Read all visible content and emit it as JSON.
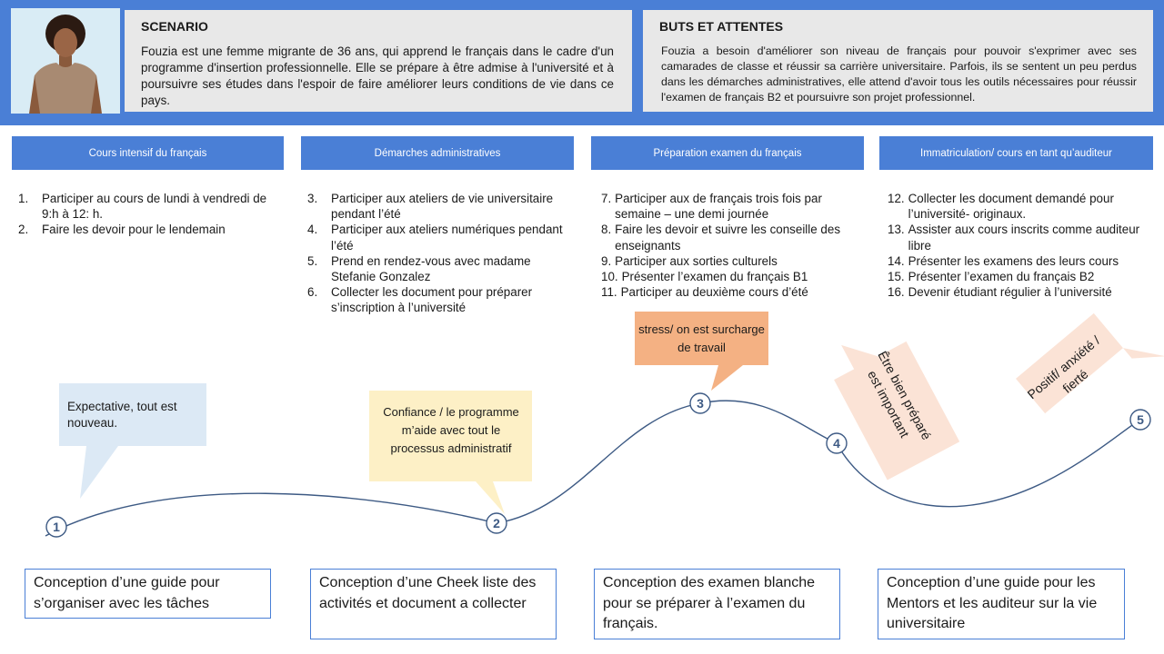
{
  "scenario": {
    "title": "SCENARIO",
    "text": "Fouzia est une femme migrante de 36 ans, qui apprend le français dans le cadre d'un programme d'insertion professionnelle. Elle se prépare à être admise à l'université et à poursuivre ses études dans l'espoir de faire améliorer leurs conditions de vie dans ce pays."
  },
  "goals": {
    "title": "BUTS ET ATTENTES",
    "text": "Fouzia a besoin d'améliorer son niveau de français pour pouvoir s'exprimer avec ses camarades de classe et réussir sa carrière universitaire. Parfois, ils se sentent un peu perdus dans les démarches administratives, elle attend d'avoir tous les outils nécessaires pour réussir l'examen de français B2 et poursuivre son projet professionnel."
  },
  "phases": [
    {
      "title": "Cours intensif du français",
      "steps": [
        {
          "num": "1.",
          "text": "Participer au cours de lundi à vendredi de 9:h à 12: h."
        },
        {
          "num": "2.",
          "text": "Faire les devoir pour  le lendemain"
        }
      ]
    },
    {
      "title": "Démarches administratives",
      "steps": [
        {
          "num": "3.",
          "text": "Participer aux ateliers de vie universitaire pendant l’été"
        },
        {
          "num": "4.",
          "text": "Participer aux ateliers numériques pendant l’été"
        },
        {
          "num": "5.",
          "text": "Prend en rendez-vous avec madame Stefanie Gonzalez"
        },
        {
          "num": "6.",
          "text": "Collecter les document  pour  préparer s’inscription à l’université"
        }
      ]
    },
    {
      "title": "Préparation examen du français",
      "steps": [
        {
          "num": "7.",
          "text": "Participer aux de français trois fois par semaine – une demi journée"
        },
        {
          "num": "8.",
          "text": "Faire les devoir et suivre les conseille des enseignants"
        },
        {
          "num": "9.",
          "text": "Participer aux sorties culturels"
        },
        {
          "num": "10.",
          "text": "Présenter l’examen du français B1"
        },
        {
          "num": "11.",
          "text": "Participer au deuxième cours d’été"
        }
      ]
    },
    {
      "title": "Immatriculation/ cours en tant qu’auditeur",
      "steps": [
        {
          "num": "12.",
          "text": "Collecter les document  demandé pour l’université- originaux."
        },
        {
          "num": "13.",
          "text": "Assister aux cours inscrits comme auditeur libre"
        },
        {
          "num": "14.",
          "text": "Présenter les examens des leurs cours"
        },
        {
          "num": "15.",
          "text": "Présenter l’examen du français B2"
        },
        {
          "num": "16.",
          "text": "Devenir étudiant régulier à l’université"
        }
      ]
    }
  ],
  "emotions": [
    {
      "node": "1",
      "text": "Expectative, tout est nouveau.",
      "color": "#dce9f5"
    },
    {
      "node": "2",
      "text": "Confiance / le programme m’aide avec tout le processus administratif",
      "color": "#fdf0c6"
    },
    {
      "node": "3",
      "text": "stress/ on est surcharge de travail",
      "color": "#f4b183"
    },
    {
      "node": "4",
      "text": "Être bien préparé est important",
      "color": "#fbe3d6"
    },
    {
      "node": "5",
      "text": "Positif/ anxiété / fierté",
      "color": "#fbe3d6"
    }
  ],
  "designs": [
    "Conception d’une guide pour s’organiser avec les tâches",
    "Conception d’une Cheek liste des activités et document a collecter",
    "Conception des examen blanche pour se préparer à l’examen du français.",
    "Conception d’une guide pour les Mentors et les auditeur sur la vie universitaire"
  ],
  "colors": {
    "header": "#4a7fd6",
    "panel": "#e8e8e8",
    "curve": "#3d5a84"
  }
}
